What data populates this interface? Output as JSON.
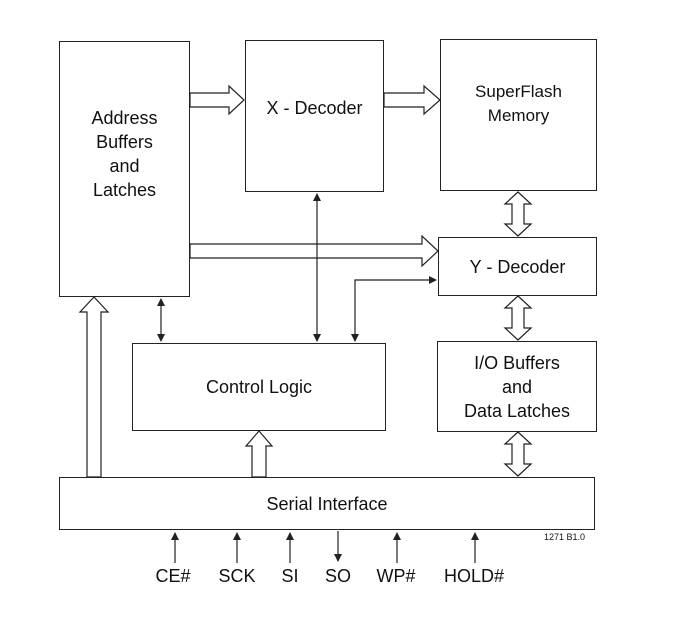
{
  "blocks": {
    "address": "Address\nBuffers\nand\nLatches",
    "xdecoder": "X - Decoder",
    "memory": "SuperFlash\nMemory",
    "ydecoder": "Y - Decoder",
    "control": "Control Logic",
    "io": "I/O Buffers\nand\nData Latches",
    "serial": "Serial Interface"
  },
  "signals": [
    "CE#",
    "SCK",
    "SI",
    "SO",
    "WP#",
    "HOLD#"
  ],
  "figure_ref": "1271 B1.0"
}
